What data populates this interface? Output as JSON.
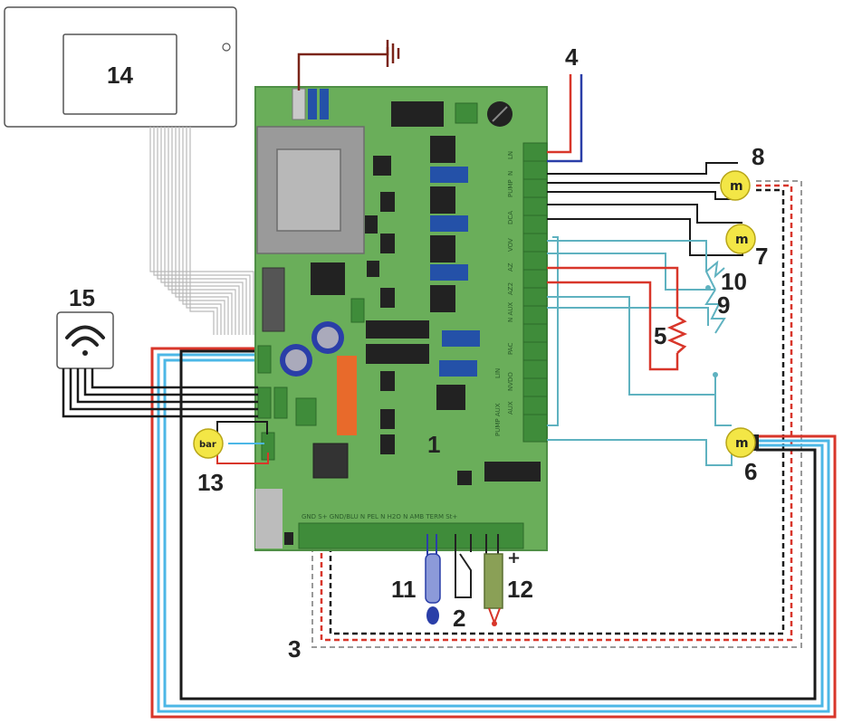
{
  "labels": {
    "l1": "1",
    "l2": "2",
    "l3": "3",
    "l4": "4",
    "l5": "5",
    "l6": "6",
    "l7": "7",
    "l8": "8",
    "l9": "9",
    "l10": "10",
    "l11": "11",
    "l12": "12",
    "l13": "13",
    "l14": "14",
    "l15": "15"
  },
  "motor_symbol": "m",
  "sensor_symbol": "bar",
  "plus_sign": "+",
  "pcb_bottom_text": "GND S+ GND/BLU N PEL N H2O N AMB TERM  St+",
  "pcb_side_text": [
    "LN",
    "N",
    "PUMP",
    "DCA",
    "VOV",
    "AZ",
    "AZ2",
    "N AUX",
    "PAC",
    "LIN",
    "NVDO",
    "AUX",
    "PUMP AUX"
  ],
  "colors": {
    "pcb": "#6aae5a",
    "pcb_edge": "#4f8f46",
    "terminal": "#3f8c3a",
    "wire_red": "#d8362a",
    "wire_blue": "#2a3ea8",
    "wire_teal": "#5fb2c0",
    "wire_lightblue": "#4cb7e6",
    "wire_black": "#1a1a1a",
    "wire_brown": "#7a2418",
    "wire_grey": "#9a9a9a",
    "motor": "#f3e646",
    "blue_relay": "#2451a8",
    "orange_module": "#e86a2b"
  }
}
